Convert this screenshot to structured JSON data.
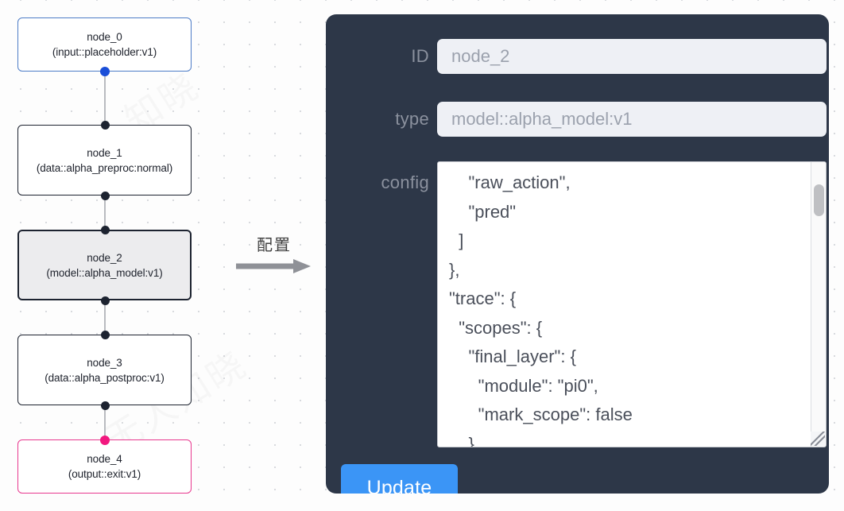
{
  "canvas": {
    "watermark": "无人知晓",
    "annotation": {
      "text": "配置",
      "arrow_icon": "right-arrow-icon"
    },
    "nodes": [
      {
        "id": "node_0",
        "title": "node_0",
        "subtitle": "(input::placeholder:v1)",
        "state": "input",
        "border_color": "#4d7cc7",
        "handle_color": "#1a4ed8"
      },
      {
        "id": "node_1",
        "title": "node_1",
        "subtitle": "(data::alpha_preproc:normal)",
        "state": "default",
        "border_color": "#1d2330",
        "handle_color": "#1d2330"
      },
      {
        "id": "node_2",
        "title": "node_2",
        "subtitle": "(model::alpha_model:v1)",
        "state": "selected",
        "border_color": "#1d2330",
        "handle_color": "#1d2330"
      },
      {
        "id": "node_3",
        "title": "node_3",
        "subtitle": "(data::alpha_postproc:v1)",
        "state": "default",
        "border_color": "#1d2330",
        "handle_color": "#1d2330"
      },
      {
        "id": "node_4",
        "title": "node_4",
        "subtitle": "(output::exit:v1)",
        "state": "output",
        "border_color": "#e8388f",
        "handle_color": "#f2187f"
      }
    ]
  },
  "panel": {
    "background_color": "#2d3748",
    "fields": {
      "id": {
        "label": "ID",
        "value": "node_2",
        "placeholder": "node_2"
      },
      "type": {
        "label": "type",
        "value": "model::alpha_model:v1",
        "placeholder": "model::alpha_model:v1"
      },
      "config": {
        "label": "config",
        "value": "    \"raw_action\",\n    \"pred\"\n  ]\n},\n\"trace\": {\n  \"scopes\": {\n    \"final_layer\": {\n      \"module\": \"pi0\",\n      \"mark_scope\": false\n    },\n    \"action_model\": {"
      }
    },
    "update_button": {
      "label": "Update",
      "color": "#3b95f6"
    },
    "scrollbar": {
      "thumb_color": "#bfc0c3"
    }
  }
}
